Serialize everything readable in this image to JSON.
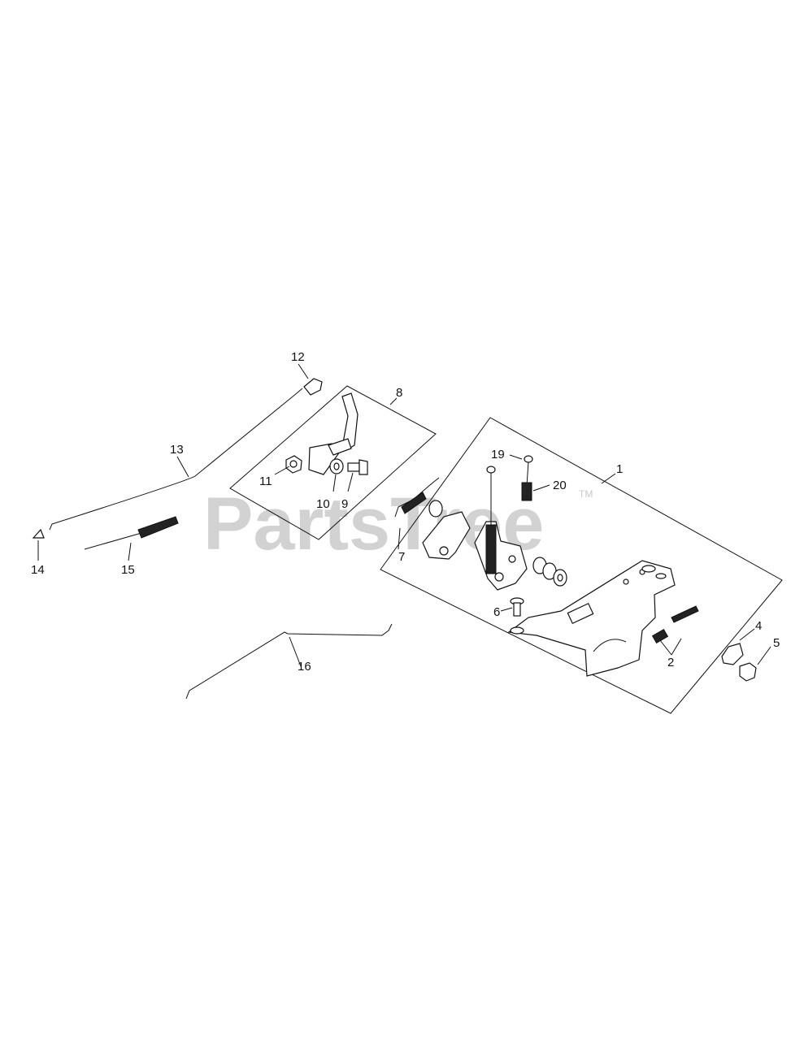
{
  "watermark": {
    "text": "PartsTree",
    "tm": "TM"
  },
  "callouts": {
    "c1": "1",
    "c2": "2",
    "c4": "4",
    "c5": "5",
    "c6": "6",
    "c7": "7",
    "c8": "8",
    "c9": "9",
    "c10": "10",
    "c11": "11",
    "c12": "12",
    "c13": "13",
    "c14": "14",
    "c15": "15",
    "c16": "16",
    "c19": "19",
    "c20": "20"
  }
}
